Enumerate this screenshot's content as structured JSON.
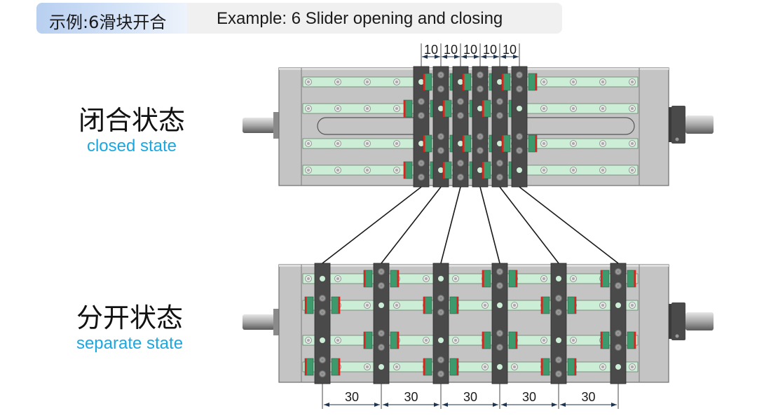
{
  "header": {
    "title_cn": "示例:6滑块开合",
    "title_en": "Example: 6 Slider opening and closing"
  },
  "states": {
    "closed": {
      "label_cn": "闭合状态",
      "label_en": "closed state"
    },
    "open": {
      "label_cn": "分开状态",
      "label_en": "separate state"
    }
  },
  "slider_count": 6,
  "dimensions": {
    "closed_spacing": [
      "10",
      "10",
      "10",
      "10",
      "10"
    ],
    "open_spacing": [
      "30",
      "30",
      "30",
      "30",
      "30"
    ]
  },
  "colors": {
    "label_accent": "#1ba7e0",
    "rail": "#cdeed6",
    "slider_plate": "#4a4a4a",
    "carriage": "#3c9a6c",
    "carriage_edge": "#e0201c",
    "frame": "#c4c4c4"
  }
}
